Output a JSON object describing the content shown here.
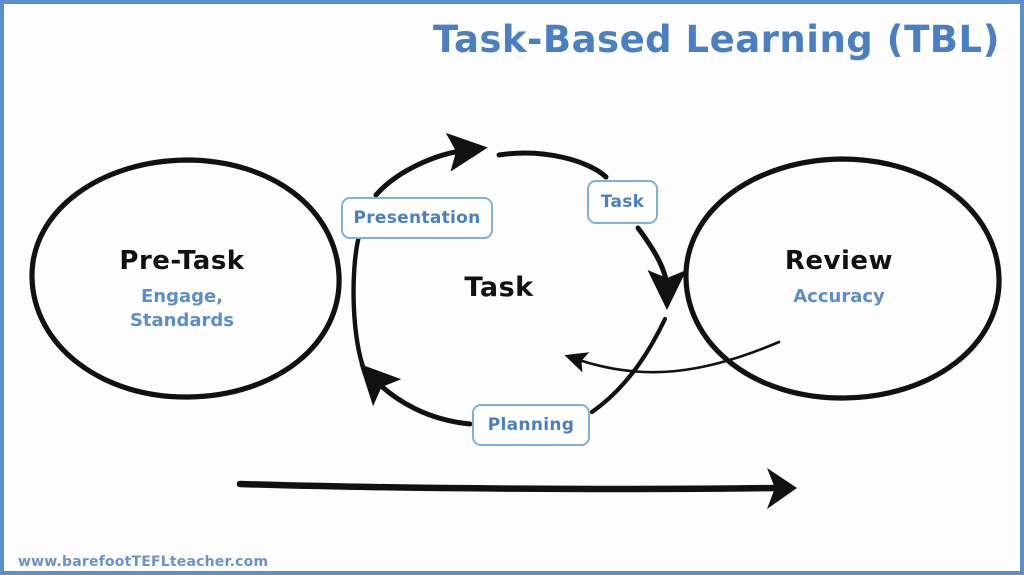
{
  "page": {
    "title": "Task-Based Learning (TBL)",
    "watermark": "www.barefootTEFLteacher.com",
    "background_color": "#fdfdfd",
    "border_color": "#5b8fc9",
    "accent_blue": "#4a7fc1",
    "box_border_blue": "#7fb0dd",
    "ink_black": "#111111"
  },
  "diagram": {
    "type": "cycle-flow",
    "stages": [
      {
        "id": "pre-task",
        "shape": "ellipse",
        "heading": "Pre-Task",
        "sub_lines": [
          "Engage,",
          "Standards"
        ],
        "heading_color": "#111111",
        "sub_color": "#5b8fc9"
      },
      {
        "id": "task",
        "shape": "ellipse",
        "heading": "Task",
        "sub_lines": [],
        "heading_color": "#111111",
        "sub_color": "#5b8fc9"
      },
      {
        "id": "review",
        "shape": "ellipse",
        "heading": "Review",
        "sub_lines": [
          "Accuracy"
        ],
        "heading_color": "#111111",
        "sub_color": "#5b8fc9"
      }
    ],
    "cycle_labels": [
      {
        "id": "presentation",
        "label": "Presentation"
      },
      {
        "id": "task-step",
        "label": "Task"
      },
      {
        "id": "planning",
        "label": "Planning"
      }
    ],
    "progress_arrow": {
      "direction": "left-to-right",
      "label": ""
    }
  }
}
